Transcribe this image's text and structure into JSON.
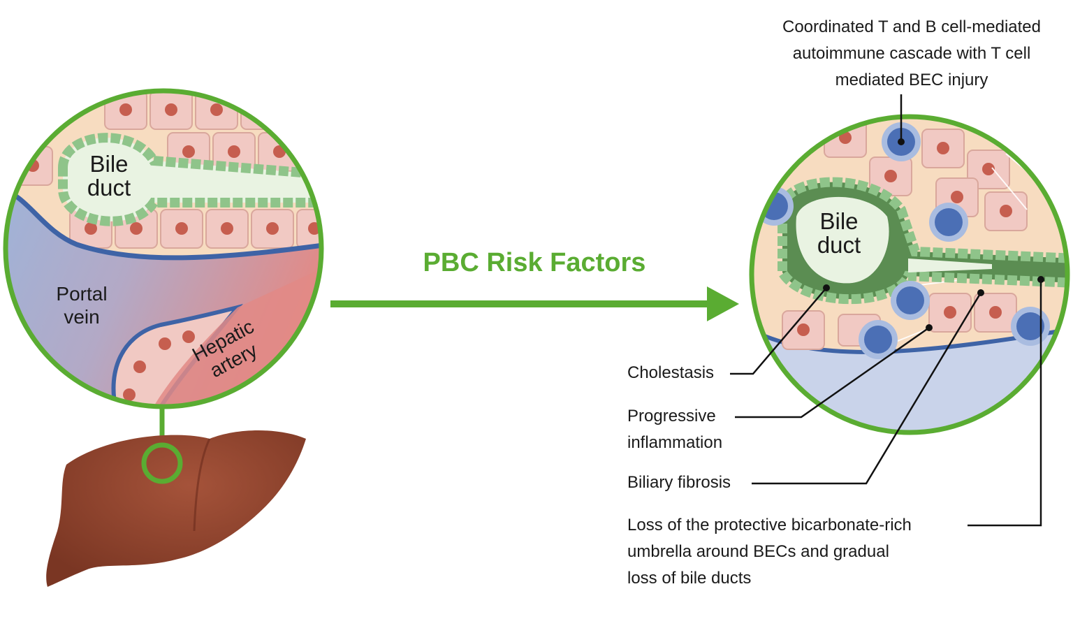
{
  "title": "PBC Risk Factors",
  "left_inset": {
    "bile_duct_line1": "Bile",
    "bile_duct_line2": "duct",
    "portal_vein_line1": "Portal",
    "portal_vein_line2": "vein",
    "hepatic_artery_line1": "Hepatic",
    "hepatic_artery_line2": "artery"
  },
  "right_inset": {
    "bile_duct_line1": "Bile",
    "bile_duct_line2": "duct"
  },
  "annotations": {
    "top_line1": "Coordinated T and B cell-mediated",
    "top_line2": "autoimmune cascade with T cell",
    "top_line3": "mediated BEC injury",
    "cholestasis": "Cholestasis",
    "inflammation_line1": "Progressive",
    "inflammation_line2": "inflammation",
    "fibrosis": "Biliary fibrosis",
    "loss_line1": "Loss of the protective bicarbonate-rich",
    "loss_line2": "umbrella around BECs and gradual",
    "loss_line3": "loss of bile ducts"
  },
  "colors": {
    "accent_green": "#5aac32",
    "liver_brown": "#8a3f2a",
    "portal_vein_blue": "#9fb3d8",
    "hepatic_artery_red": "#e28a86",
    "hepatocyte_pink": "#f1c9c3",
    "nucleus": "#c65e4f",
    "bile_epithelium_green": "#8fc48a",
    "lymphocyte_blue": "#4b6fb5"
  }
}
